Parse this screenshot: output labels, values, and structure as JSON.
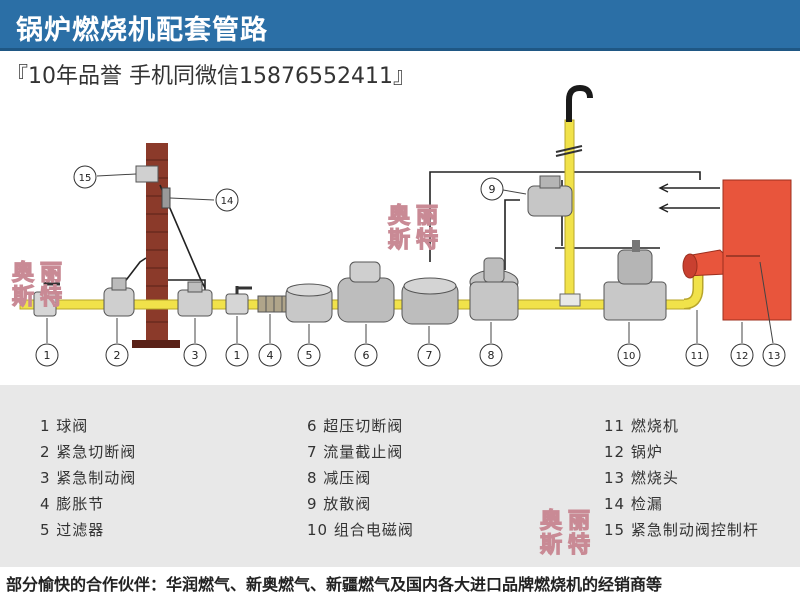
{
  "header": {
    "title": "锅炉燃烧机配套管路"
  },
  "promo": {
    "text": "『10年品誉 手机同微信15876552411』"
  },
  "diagram": {
    "callouts": [
      "1",
      "2",
      "3",
      "1",
      "4",
      "5",
      "6",
      "7",
      "8",
      "10",
      "11",
      "12",
      "13",
      "9",
      "14",
      "15"
    ]
  },
  "legend": {
    "col1": [
      "1 球阀",
      "2 紧急切断阀",
      "3 紧急制动阀",
      "4 膨胀节",
      "5 过滤器"
    ],
    "col2": [
      "6 超压切断阀",
      "7 流量截止阀",
      "8 减压阀",
      "9 放散阀",
      "10 组合电磁阀"
    ],
    "col3": [
      "11 燃烧机",
      "12 锅炉",
      "13 燃烧头",
      "14 检漏",
      "15 紧急制动阀控制杆"
    ]
  },
  "footer": {
    "text": "部分愉快的合作伙伴：华润燃气、新奥燃气、新疆燃气及国内各大进口品牌燃烧机的经销商等"
  },
  "watermark": {
    "line1": "奥丽",
    "line2": "斯特"
  },
  "colors": {
    "header": "#2b6fa6",
    "pipe": "#f1e24a",
    "boiler": "#e8553c",
    "legend_bg": "#e8e8e8"
  }
}
